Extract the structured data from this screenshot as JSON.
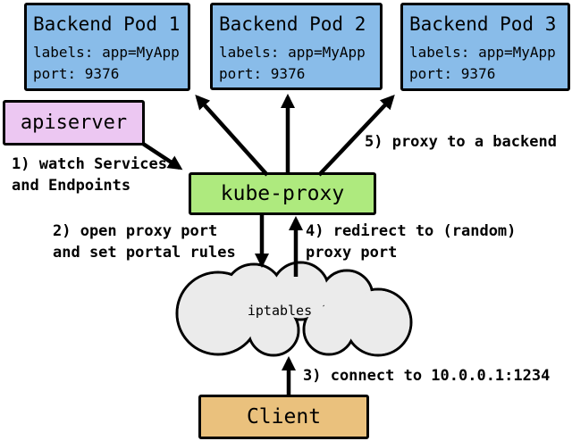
{
  "pods": [
    {
      "title": "Backend Pod 1",
      "labels": "labels: app=MyApp",
      "port": "port: 9376"
    },
    {
      "title": "Backend Pod 2",
      "labels": "labels: app=MyApp",
      "port": "port: 9376"
    },
    {
      "title": "Backend Pod 3",
      "labels": "labels: app=MyApp",
      "port": "port: 9376"
    }
  ],
  "apiserver": {
    "label": "apiserver"
  },
  "kube_proxy": {
    "label": "kube-proxy"
  },
  "cloud": {
    "label": "iptables"
  },
  "client": {
    "label": "Client"
  },
  "steps": {
    "step1": {
      "line1": "1) watch Services",
      "line2": "and Endpoints"
    },
    "step2": {
      "line1": "2) open proxy port",
      "line2": "and set portal rules"
    },
    "step3": {
      "line1": "3) connect to 10.0.0.1:1234"
    },
    "step4": {
      "line1": "4) redirect to (random)",
      "line2": "proxy port"
    },
    "step5": {
      "line1": "5) proxy to a backend"
    }
  },
  "colors": {
    "pod_fill": "#89bce9",
    "apiserver_fill": "#ecc7f2",
    "kube_proxy_fill": "#aeea7e",
    "client_fill": "#eac17d",
    "cloud_fill": "#ebebeb",
    "border": "#000000",
    "background": "#ffffff",
    "text": "#000000"
  }
}
